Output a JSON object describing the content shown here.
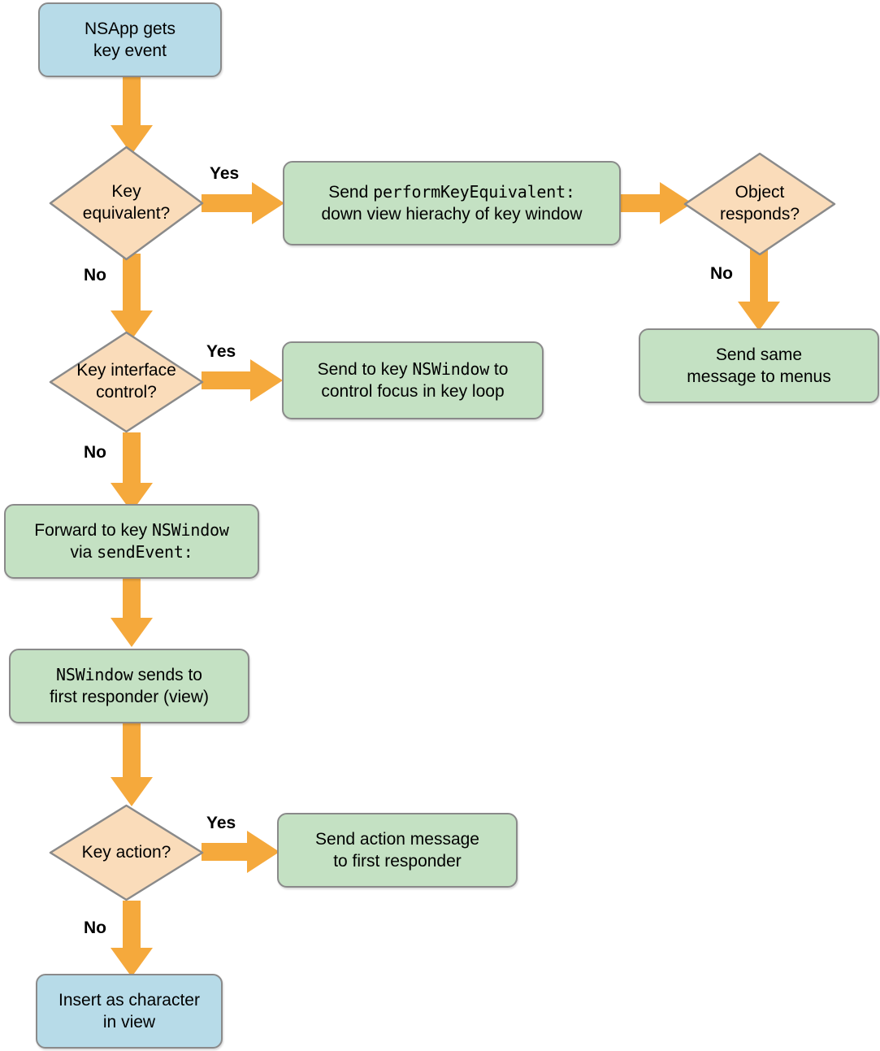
{
  "diagram": {
    "title": "NSApp key event dispatch flowchart",
    "colors": {
      "blue_node": "#b7dbe8",
      "green_node": "#c4e1c3",
      "decision_node": "#fadcba",
      "arrow": "#f5a93c",
      "border": "#8a8a8a",
      "background": "#ffffff"
    }
  },
  "nodes": {
    "start": {
      "line1": "NSApp gets",
      "line2": "key event"
    },
    "key_equivalent": {
      "line1": "Key",
      "line2": "equivalent?"
    },
    "send_perform_key_equivalent": {
      "line1_a": "Send ",
      "line1_code": "performKeyEquivalent:",
      "line2": "down view hierachy of key window"
    },
    "object_responds": {
      "line1": "Object",
      "line2": "responds?"
    },
    "send_same_message": {
      "line1": "Send same",
      "line2": "message to menus"
    },
    "key_interface_control": {
      "line1": "Key interface",
      "line2": "control?"
    },
    "send_to_key_window": {
      "line1_a": "Send to key ",
      "line1_code": "NSWindow",
      "line1_b": " to",
      "line2": "control focus in key loop"
    },
    "forward_to_key_window": {
      "line1_a": "Forward to key ",
      "line1_code": "NSWindow",
      "line2_a": "via ",
      "line2_code": "sendEvent:"
    },
    "window_sends_first_responder": {
      "line1_code": "NSWindow",
      "line1_a": " sends to",
      "line2": "first responder (view)"
    },
    "key_action": {
      "line1": "Key action?"
    },
    "send_action_message": {
      "line1": "Send action message",
      "line2": "to first responder"
    },
    "insert_as_character": {
      "line1": "Insert as character",
      "line2": "in view"
    }
  },
  "edges": {
    "start_to_key_equivalent": {
      "label": ""
    },
    "key_equivalent_yes": {
      "label": "Yes"
    },
    "key_equivalent_no": {
      "label": "No"
    },
    "perform_to_object_responds": {
      "label": ""
    },
    "object_responds_no": {
      "label": "No"
    },
    "key_interface_yes": {
      "label": "Yes"
    },
    "key_interface_no": {
      "label": "No"
    },
    "forward_to_window_sends": {
      "label": ""
    },
    "window_sends_to_key_action": {
      "label": ""
    },
    "key_action_yes": {
      "label": "Yes"
    },
    "key_action_no": {
      "label": "No"
    }
  }
}
